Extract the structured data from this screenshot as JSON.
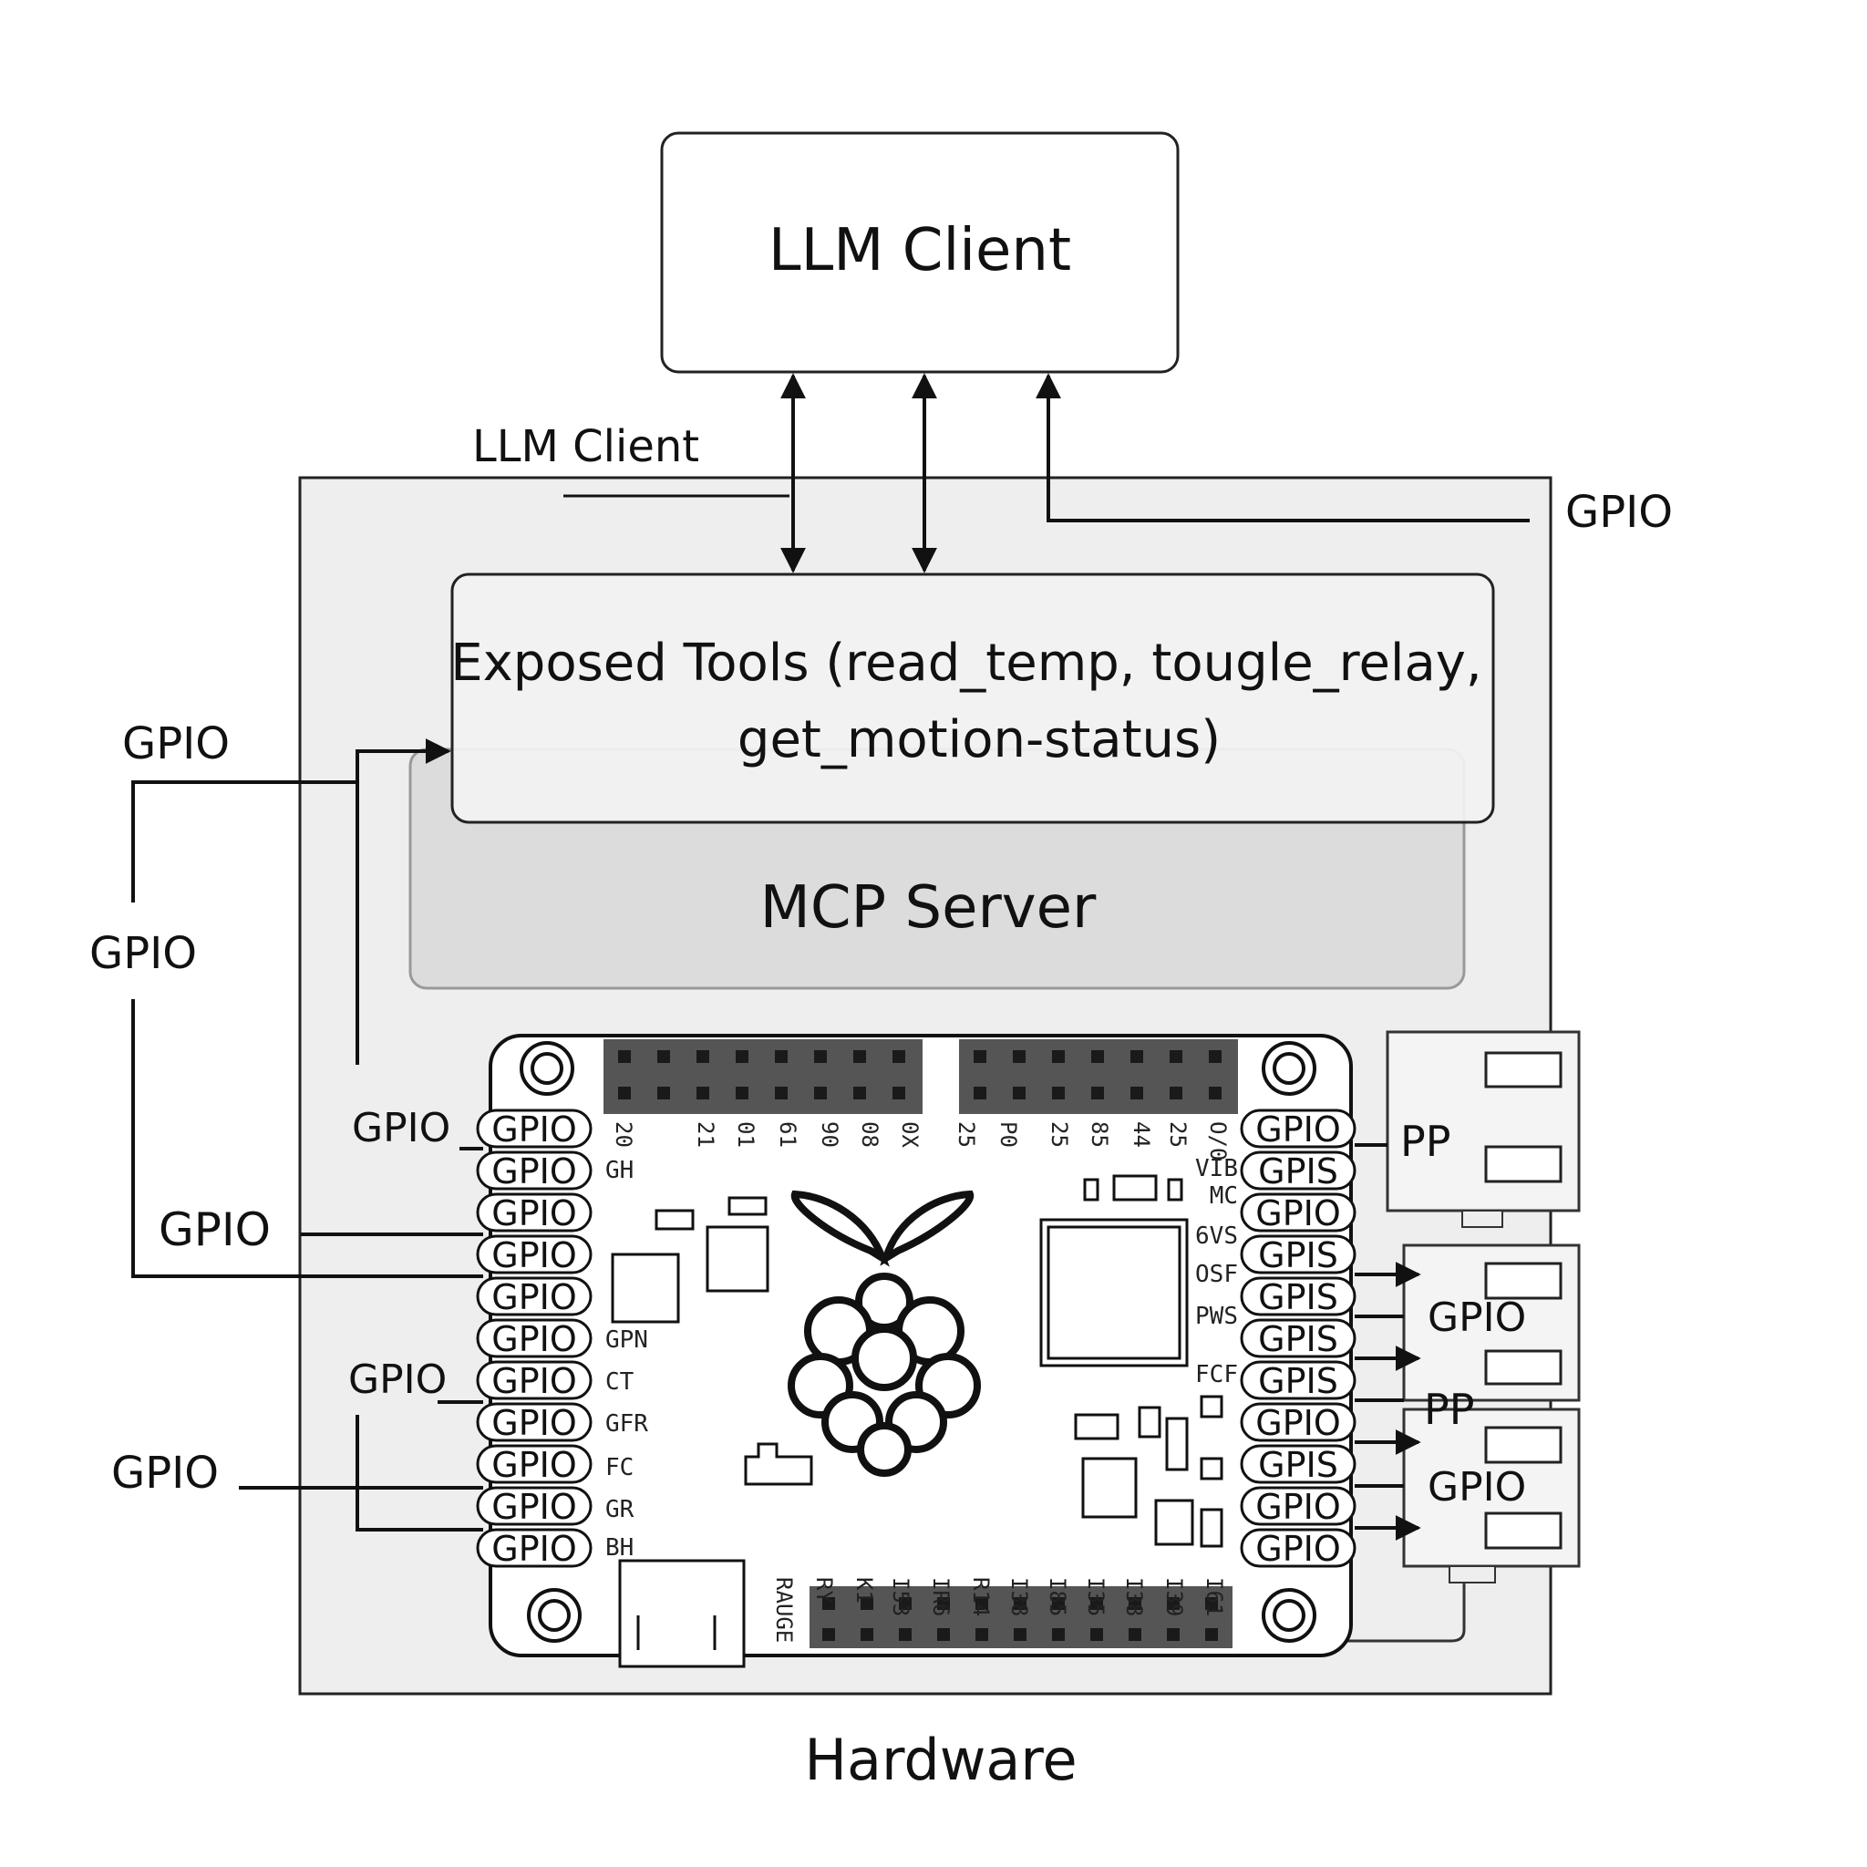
{
  "top_box": {
    "title": "LLM Client"
  },
  "tools_box": {
    "line1": "Exposed Tools (read_temp, tougle_relay,",
    "line2": "get_motion-status)"
  },
  "server_box": {
    "title": "MCP Server"
  },
  "footer": {
    "caption": "Hardware"
  },
  "annotations": {
    "llm_client_side": "LLM Client",
    "gpio_top_right": "GPIO",
    "gpio_left_1": "GPIO",
    "gpio_left_2": "GPIO",
    "gpio_left_3": "GPIO",
    "gpio_left_4": "GPIO",
    "gpio_left_5": "GPIO",
    "gpio_left_6": "GPIO",
    "pp_1": "PP",
    "gpio_right_1": "GPIO",
    "pp_2": "PP",
    "gpio_right_2": "GPIO"
  },
  "board": {
    "left_pins": [
      "GPIO",
      "GPIO",
      "GPIO",
      "GPIO",
      "GPIO",
      "GPIO",
      "GPIO",
      "GPIO",
      "GPIO",
      "GPIO",
      "GPIO"
    ],
    "right_pins": [
      "GPIO",
      "GPIS",
      "GPIO",
      "GPIS",
      "GPIS",
      "GPIS",
      "GPIS",
      "GPIO",
      "GPIS",
      "GPIO",
      "GPIO"
    ],
    "left_inner_labels": [
      "GH",
      "GPN",
      "CT",
      "GFR",
      "FC",
      "GR",
      "BH"
    ],
    "right_inner_labels": [
      "VIB",
      "MC",
      "6VS",
      "OSF",
      "PWS",
      "FCF"
    ],
    "top_header_left_labels": [
      "20",
      "21",
      "01",
      "61",
      "90",
      "08",
      "0X"
    ],
    "top_header_right_labels": [
      "25",
      "P0",
      "25",
      "85",
      "44",
      "25",
      "O/0"
    ],
    "bottom_header_labels": [
      "RAUGE",
      "RY",
      "K1",
      "I53",
      "IR6",
      "R14",
      "I38",
      "I85",
      "I35",
      "I38",
      "I39",
      "I61"
    ]
  },
  "colors": {
    "line": "#111111",
    "panel": "#eeeeee",
    "server": "#dcdcdc",
    "board": "#ffffff",
    "header": "#555555"
  }
}
